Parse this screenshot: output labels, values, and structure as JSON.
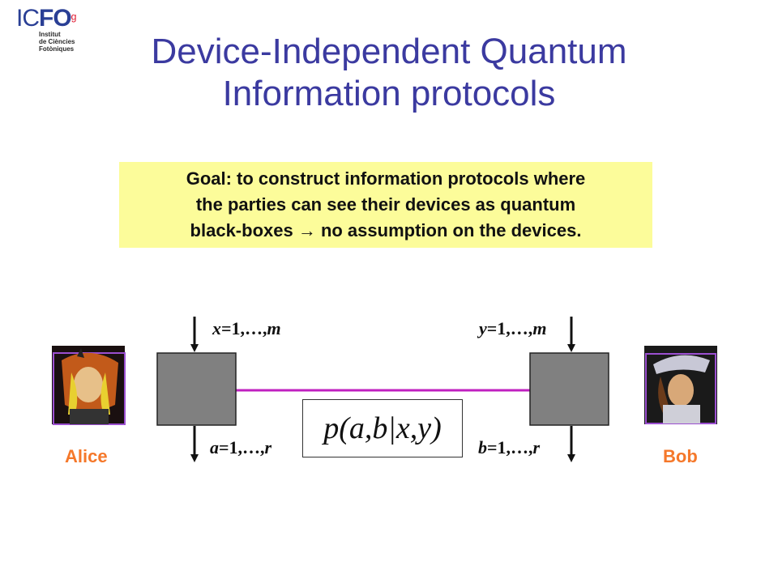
{
  "logo": {
    "brand_ic": "IC",
    "brand_fo": "FO",
    "line1": "Institut",
    "line2": "de Ciències",
    "line3": "Fotòniques"
  },
  "title": {
    "line1": "Device-Independent Quantum",
    "line2": "Information protocols"
  },
  "goal": {
    "line1": "Goal: to construct information protocols where",
    "line2": "the parties can see their devices as quantum",
    "line3": "black-boxes → no assumption on the devices."
  },
  "diagram": {
    "alice_input": {
      "var": "x",
      "range": "=1,…,",
      "end": "m"
    },
    "bob_input": {
      "var": "y",
      "range": "=1,…,",
      "end": "m"
    },
    "alice_output": {
      "var": "a",
      "range": "=1,…,",
      "end": "r"
    },
    "bob_output": {
      "var": "b",
      "range": "=1,…,",
      "end": "r"
    },
    "formula": "p(a,b|x,y)",
    "alice_label": "Alice",
    "bob_label": "Bob"
  },
  "colors": {
    "title": "#3b3aa0",
    "goal_bg": "#fcfc9a",
    "box": "#808080",
    "link": "#c020c0",
    "party": "#f5782a"
  }
}
